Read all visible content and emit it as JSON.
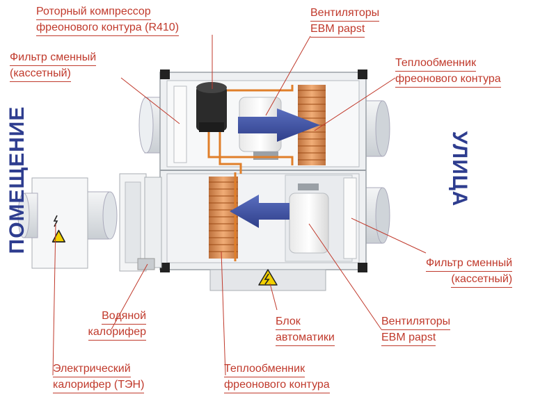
{
  "colors": {
    "label": "#c0392b",
    "side_label": "#2e3d8f",
    "arrow": "#3a4f9e",
    "copper": "#d9772b",
    "housing": "#e6e8ea",
    "warning": "#f2d000"
  },
  "sides": {
    "room": "ПОМЕЩЕНИЕ",
    "street": "УЛИЦА"
  },
  "labels": {
    "compressor": [
      "Роторный компрессор",
      "фреонового контура (R410)"
    ],
    "fans_top": [
      "Вентиляторы",
      "EBM papst"
    ],
    "filter_left": [
      "Фильтр сменный",
      "(кассетный)"
    ],
    "hex_top": [
      "Теплообменник",
      "фреонового контура"
    ],
    "filter_right": [
      "Фильтр сменный",
      "(кассетный)"
    ],
    "water_heater": [
      "Водяной",
      "калорифер"
    ],
    "control_unit": [
      "Блок",
      "автоматики"
    ],
    "fans_bottom": [
      "Вентиляторы",
      "EBM papst"
    ],
    "electric_heater": [
      "Электрический",
      "калорифер  (ТЭН)"
    ],
    "hex_bottom": [
      "Теплообменник",
      "фреонового контура"
    ]
  },
  "icons": {
    "warning": "high-voltage-warning-icon",
    "airflow": "airflow-arrow-icon"
  }
}
